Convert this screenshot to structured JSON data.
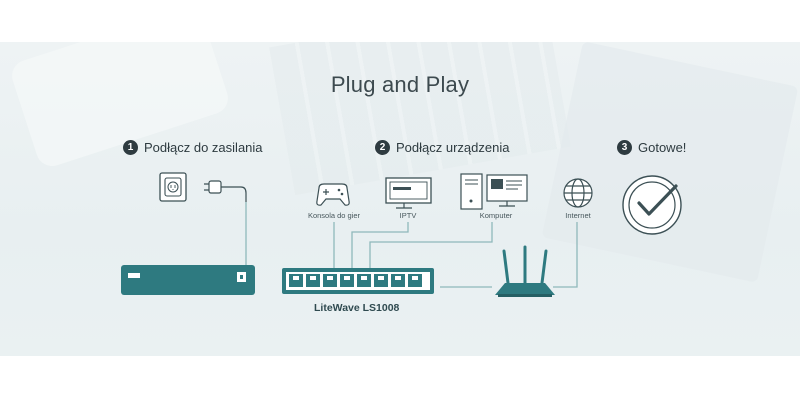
{
  "title": "Plug and Play",
  "steps": [
    {
      "num": "1",
      "label": "Podłącz do zasilania"
    },
    {
      "num": "2",
      "label": "Podłącz urządzenia"
    },
    {
      "num": "3",
      "label": "Gotowe!"
    }
  ],
  "devices": {
    "console": "Konsola do gier",
    "iptv": "IPTV",
    "computer": "Komputer",
    "internet": "Internet"
  },
  "switch_model": "LiteWave LS1008",
  "colors": {
    "accent": "#2e7a80",
    "text_dark": "#2e3b40",
    "line": "#8fb8bb"
  },
  "icons": [
    "power-outlet-icon",
    "power-plug-icon",
    "gamepad-icon",
    "tv-icon",
    "computer-icon",
    "globe-icon",
    "checkmark-circle-icon"
  ]
}
